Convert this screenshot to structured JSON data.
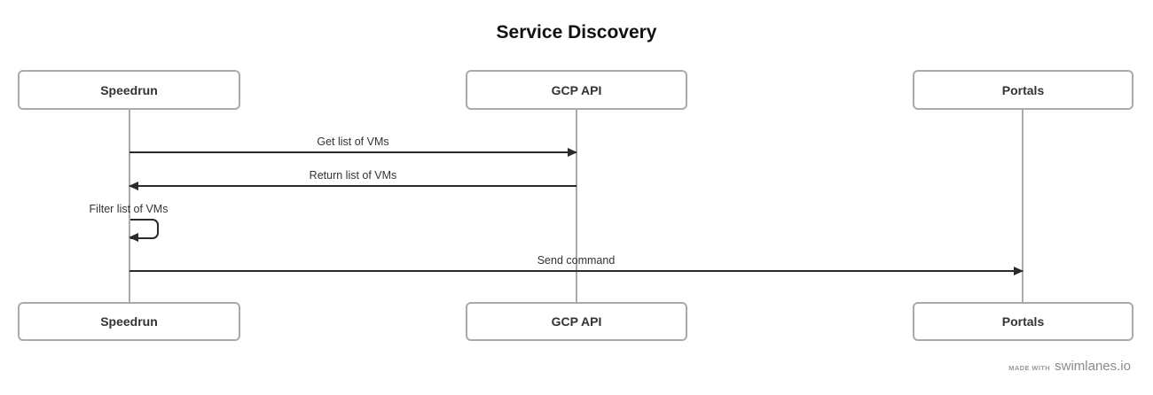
{
  "title": "Service Discovery",
  "actors": [
    {
      "name": "Speedrun"
    },
    {
      "name": "GCP API"
    },
    {
      "name": "Portals"
    }
  ],
  "messages": [
    {
      "label": "Get list of VMs",
      "from": "Speedrun",
      "to": "GCP API",
      "type": "solid-arrow-right"
    },
    {
      "label": "Return list of VMs",
      "from": "GCP API",
      "to": "Speedrun",
      "type": "solid-arrow-left"
    },
    {
      "label": "Filter list of VMs",
      "from": "Speedrun",
      "to": "Speedrun",
      "type": "self-loop"
    },
    {
      "label": "Send command",
      "from": "Speedrun",
      "to": "Portals",
      "type": "solid-arrow-right"
    }
  ],
  "footer": {
    "made_with_label": "MADE WITH",
    "brand": "swimlanes.io"
  },
  "colors": {
    "background": "#ffffff",
    "title": "#111111",
    "box_border": "#aaaaaa",
    "box_text": "#333333",
    "lifeline": "#ababab",
    "arrow": "#2b2b2b",
    "label_text": "#333333",
    "footer_text": "#8a8a8a"
  }
}
